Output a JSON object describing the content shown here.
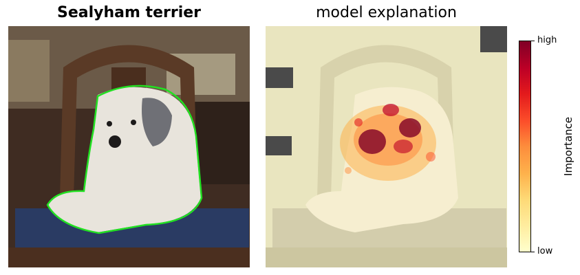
{
  "panels": {
    "left_title": "Sealyham terrier",
    "right_title": "model explanation"
  },
  "colorbar": {
    "label": "Importance",
    "high_label": "high",
    "low_label": "low",
    "colormap": [
      "#ffffcc",
      "#ffeda0",
      "#fed976",
      "#feb24c",
      "#fd8d3c",
      "#fc4e2a",
      "#e31a1c",
      "#bd0026",
      "#800026"
    ]
  },
  "colors": {
    "segmentation_outline": "#22e022",
    "image_background": "#4a3428",
    "overlay_tint": "#e9e5bf"
  }
}
